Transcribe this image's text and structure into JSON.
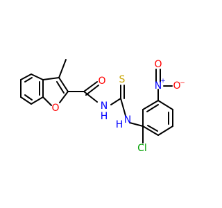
{
  "molecule": {
    "atoms": {
      "carbonyl_o": "O",
      "furan_o": "O",
      "amide_n": "N",
      "amide_h": "H",
      "thio_s": "S",
      "anilino_n": "N",
      "anilino_h": "H",
      "nitro_n": "N",
      "nitro_plus": "+",
      "nitro_o_top": "O",
      "nitro_o_right": "O",
      "nitro_minus": "−",
      "chloro": "Cl"
    },
    "colors": {
      "bond": "#000000",
      "oxygen": "#ff0000",
      "nitrogen": "#0000ff",
      "sulfur": "#c8a400",
      "chlorine": "#00a000",
      "hydrogen_on_n": "#0000ff"
    }
  }
}
